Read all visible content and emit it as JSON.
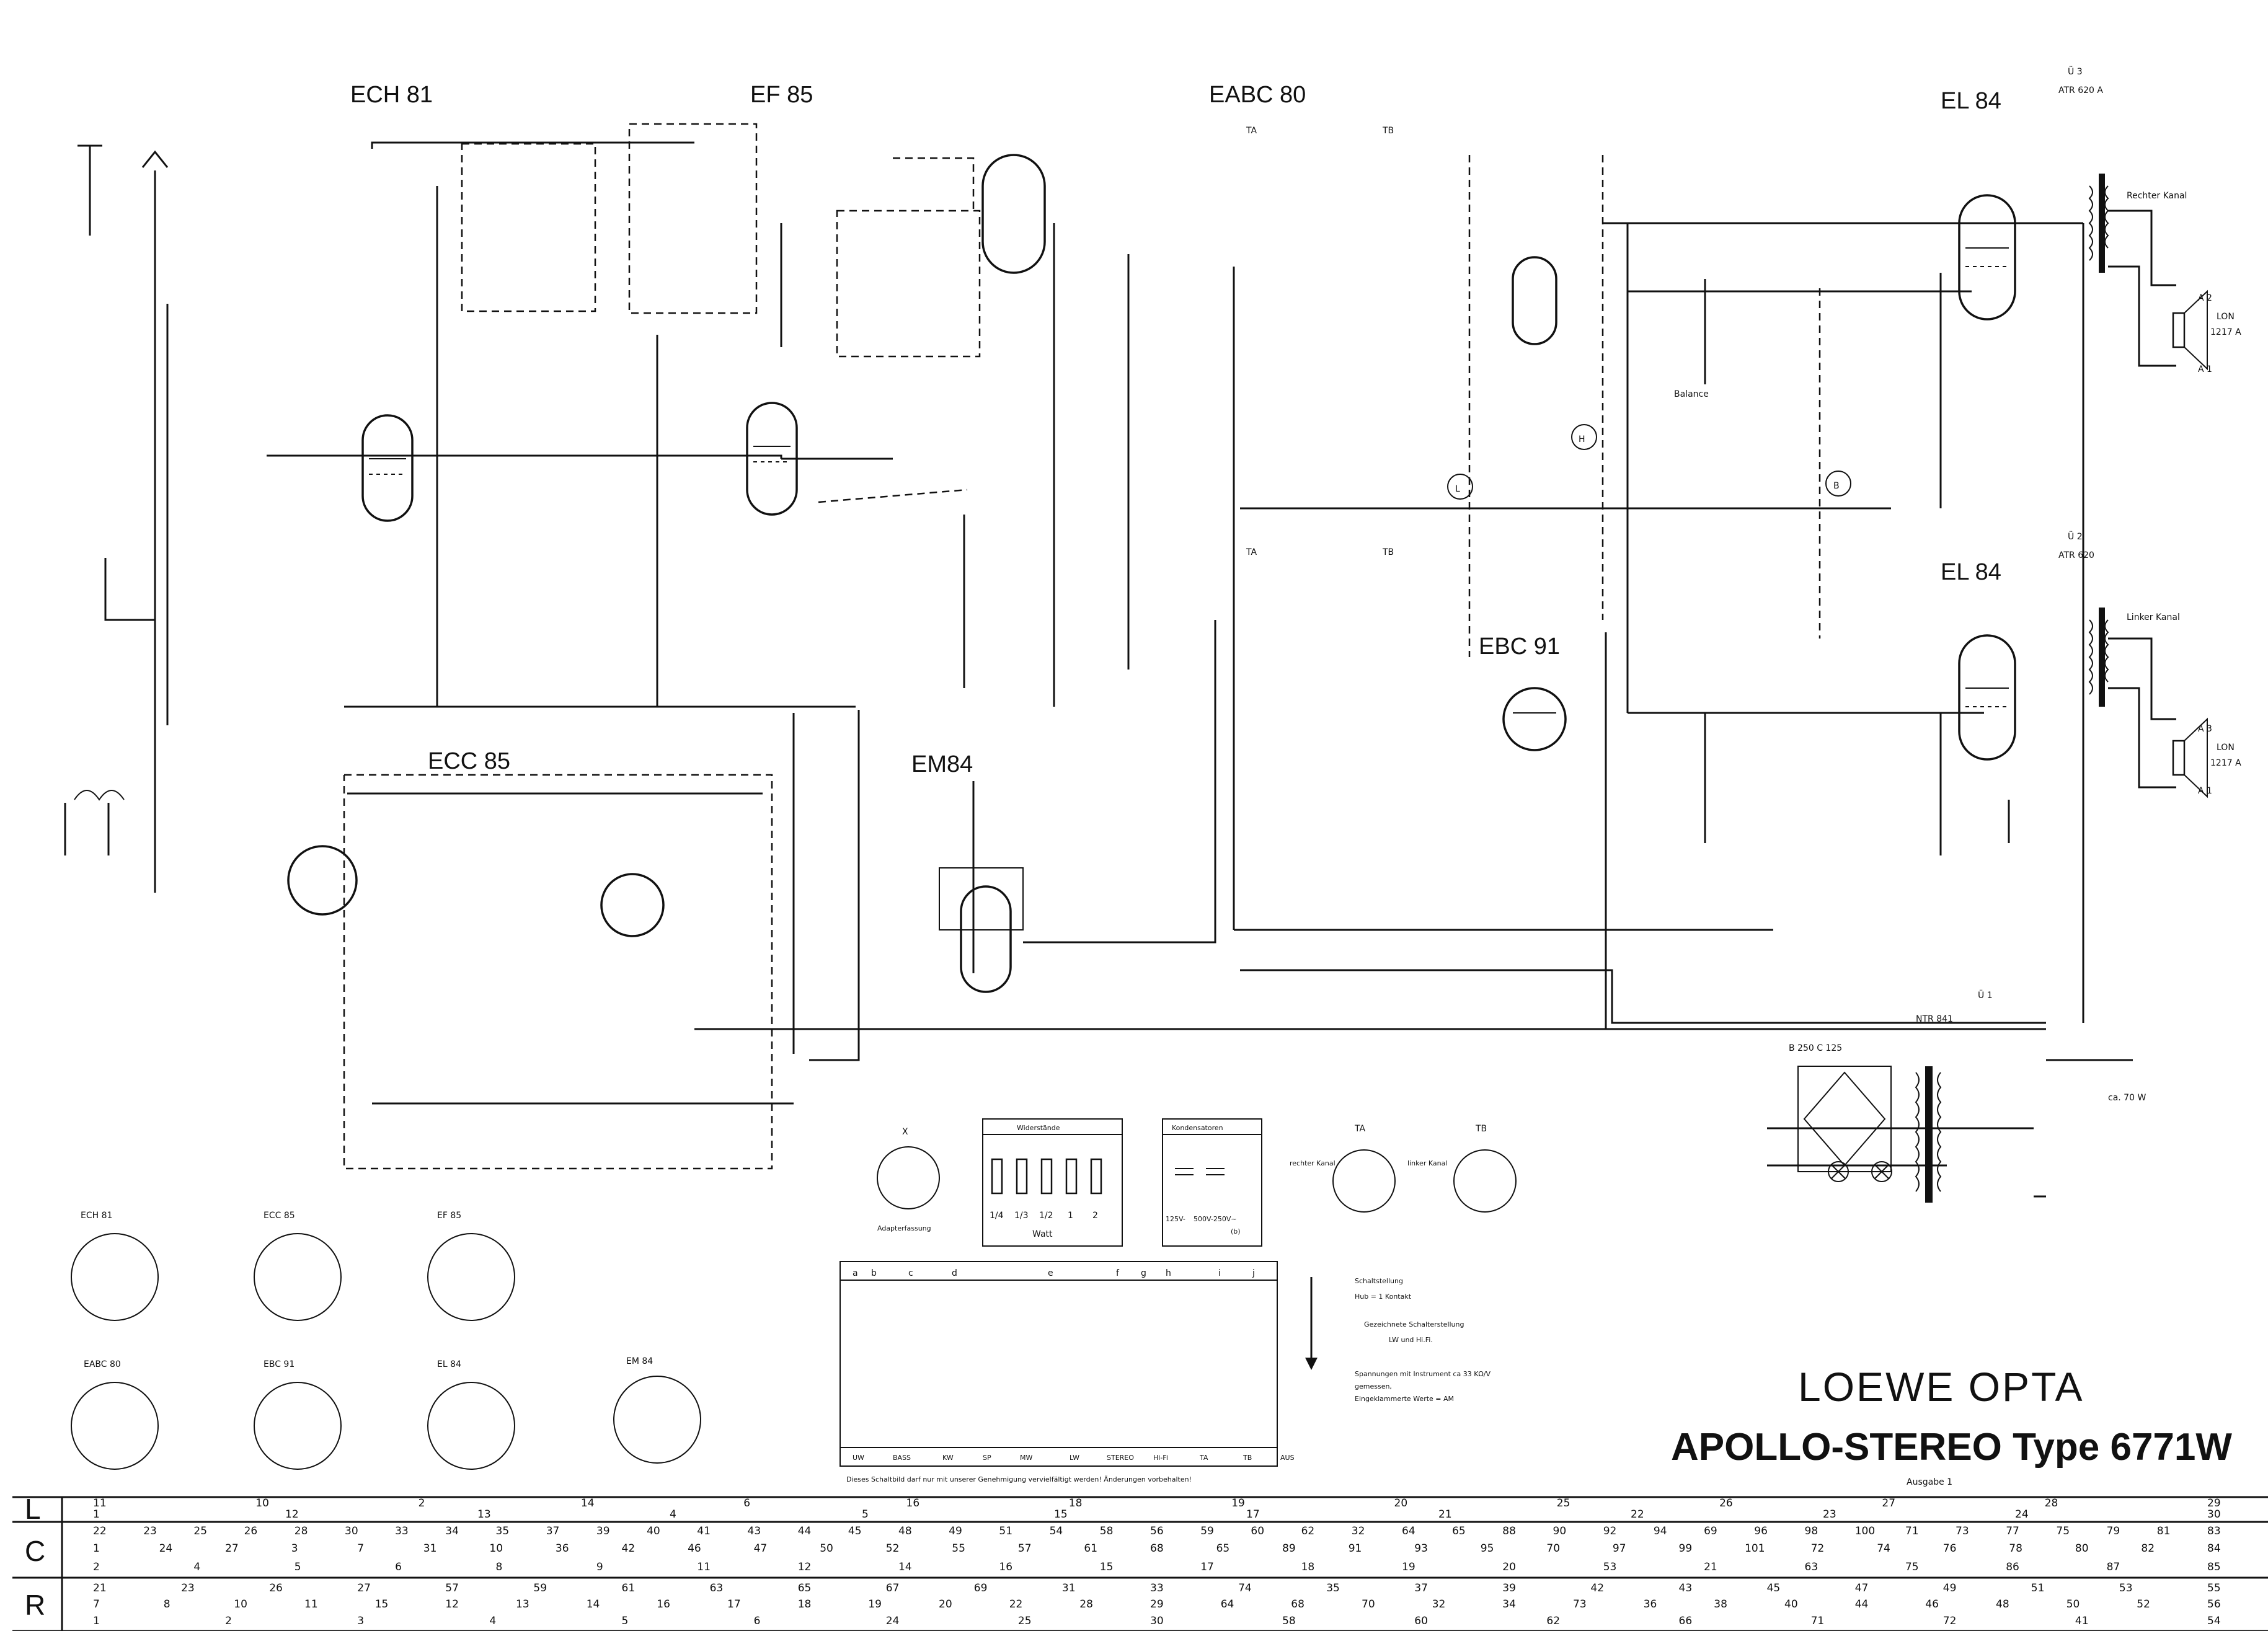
{
  "tubes": {
    "ech81": "ECH 81",
    "ef85": "EF 85",
    "eabc80": "EABC 80",
    "el84_top": "EL 84",
    "el84_bottom": "EL 84",
    "ecc85": "ECC 85",
    "ebc91": "EBC 91",
    "em84": "EM84"
  },
  "transformers": {
    "u3": "Ü 3",
    "u3_type": "ATR 620 A",
    "u2": "Ü 2",
    "u2_type": "ATR 620",
    "u1": "Ü 1",
    "u1_type": "NTR 841"
  },
  "channels": {
    "right": "Rechter Kanal",
    "left": "Linker Kanal"
  },
  "speakers": {
    "a2": "A 2",
    "lon_top": "LON",
    "lon_top_num": "1217 A",
    "a1_top": "A 1",
    "a3": "A 3",
    "lon_bottom": "LON",
    "lon_bottom_num": "1217 A",
    "a1_bottom": "A 1"
  },
  "inputs": {
    "ta_top": "TA",
    "tb_top": "TB",
    "ta_bottom": "TA",
    "tb_bottom": "TB"
  },
  "controls": {
    "balance": "Balance",
    "markers": [
      "L",
      "H",
      "B"
    ]
  },
  "power": {
    "rectifier": "B 250  C 125",
    "watt": "ca. 70 W"
  },
  "pinouts": [
    "ECH 81",
    "ECC 85",
    "EF 85",
    "EABC 80",
    "EBC 91",
    "EL 84",
    "EM 84"
  ],
  "legend": {
    "adapter_letter": "X",
    "adapter_caption": "Adapterfassung",
    "resistors_title": "Widerstände",
    "resistor_values": [
      "1/4",
      "1/3",
      "1/2",
      "1",
      "2"
    ],
    "resistor_unit": "Watt",
    "capacitors_title": "Kondensatoren",
    "capacitor_values": [
      "125V-",
      "500V-250V~",
      "(b)"
    ],
    "rechter_kanal": "rechter Kanal",
    "linker_kanal": "linker Kanal",
    "ta": "TA",
    "tb": "TB"
  },
  "switch_table": {
    "columns": [
      "a",
      "b",
      "c",
      "d",
      "e",
      "f",
      "g",
      "h",
      "i",
      "j"
    ],
    "bottom_labels": [
      "UW",
      "BASS",
      "KW",
      "SP",
      "MW",
      "LW",
      "STEREO",
      "Hi-Fi",
      "TA",
      "TB",
      "AUS"
    ],
    "note_lines": [
      "Schaltstellung",
      "Hub = 1 Kontakt",
      "Gezeichnete Schalterstellung",
      "LW und Hi.Fi.",
      "Spannungen mit Instrument ca 33 KΩ/V",
      "gemessen,",
      "Eingeklammerte Werte = AM"
    ],
    "footer_note": "Dieses Schaltbild darf nur mit unserer Genehmigung vervielfältigt werden! Änderungen vorbehalten!"
  },
  "title": {
    "brand": "LOEWE OPTA",
    "model": "APOLLO-STEREO Type 6771W",
    "edition": "Ausgabe 1"
  },
  "grid": {
    "row_labels": [
      "L",
      "C",
      "R"
    ],
    "l_row_1": [
      "11",
      "10",
      "2",
      "14",
      "6",
      "16",
      "18",
      "19",
      "20",
      "25",
      "26",
      "27",
      "28",
      "29"
    ],
    "l_row_2": [
      "1",
      "12",
      "13",
      "4",
      "5",
      "15",
      "17",
      "21",
      "22",
      "23",
      "24",
      "30"
    ],
    "c_row_1": [
      "22",
      "23",
      "25",
      "26",
      "28",
      "30",
      "33",
      "34",
      "35",
      "37",
      "39",
      "40",
      "41",
      "43",
      "44",
      "45",
      "48",
      "49",
      "51",
      "54",
      "58",
      "56",
      "59",
      "60",
      "62",
      "32",
      "64",
      "65",
      "88",
      "90",
      "92",
      "94",
      "69",
      "96",
      "98",
      "100",
      "71",
      "73",
      "77",
      "75",
      "79",
      "81",
      "83"
    ],
    "c_row_2": [
      "1",
      "24",
      "27",
      "3",
      "7",
      "31",
      "10",
      "36",
      "42",
      "46",
      "47",
      "50",
      "52",
      "55",
      "57",
      "61",
      "68",
      "65",
      "89",
      "91",
      "93",
      "95",
      "70",
      "97",
      "99",
      "101",
      "72",
      "74",
      "76",
      "78",
      "80",
      "82",
      "84"
    ],
    "c_row_3": [
      "2",
      "4",
      "5",
      "6",
      "8",
      "9",
      "11",
      "12",
      "14",
      "16",
      "15",
      "17",
      "18",
      "19",
      "20",
      "53",
      "21",
      "63",
      "75",
      "86",
      "87",
      "85"
    ],
    "r_row_1": [
      "21",
      "23",
      "26",
      "27",
      "57",
      "59",
      "61",
      "63",
      "65",
      "67",
      "69",
      "31",
      "33",
      "74",
      "35",
      "37",
      "39",
      "42",
      "43",
      "45",
      "47",
      "49",
      "51",
      "53",
      "55"
    ],
    "r_row_2": [
      "7",
      "8",
      "10",
      "11",
      "15",
      "12",
      "13",
      "14",
      "16",
      "17",
      "18",
      "19",
      "20",
      "22",
      "28",
      "29",
      "64",
      "68",
      "70",
      "32",
      "34",
      "73",
      "36",
      "38",
      "40",
      "44",
      "46",
      "48",
      "50",
      "52",
      "56"
    ],
    "r_row_3": [
      "1",
      "2",
      "3",
      "4",
      "5",
      "6",
      "24",
      "25",
      "30",
      "58",
      "60",
      "62",
      "66",
      "71",
      "72",
      "41",
      "54"
    ]
  }
}
